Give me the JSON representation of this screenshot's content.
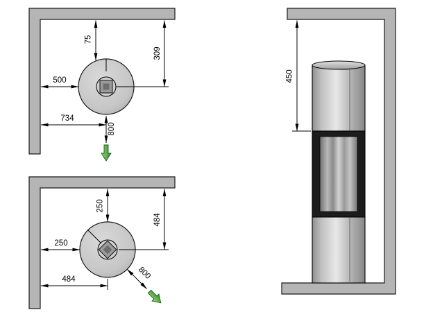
{
  "views": {
    "corner_straight": {
      "back_clearance": "75",
      "back_center_distance": "309",
      "side_clearance": "500",
      "side_center_distance": "734",
      "front_clearance": "800"
    },
    "corner_diagonal": {
      "back_clearance": "250",
      "back_center_distance": "484",
      "side_clearance": "250",
      "side_center_distance": "484",
      "front_clearance": "800"
    },
    "side_elevation": {
      "ceiling_clearance": "450"
    }
  },
  "colors": {
    "wall_fill": "#b5b5b5",
    "firebox_fill": "#1c1c1c",
    "arrow_green_light": "#9fd468",
    "arrow_green_dark": "#2e8b3a",
    "dimension_color": "#000000"
  }
}
